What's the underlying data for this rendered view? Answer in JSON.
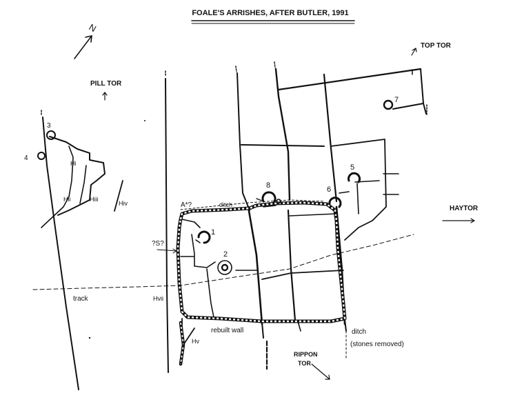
{
  "title": "FOALE'S ARRISHES, AFTER BUTLER, 1991",
  "north_label": "N",
  "landmarks": {
    "pill_tor": "PILL TOR",
    "top_tor": "TOP TOR",
    "haytor": "HAYTOR",
    "rippon_tor_line1": "RIPPON",
    "rippon_tor_line2": "TOR"
  },
  "enclosure_labels": {
    "hi": "Hi",
    "hii": "Hii",
    "hiii": "Hiii",
    "hiv": "Hiv",
    "hv": "Hv",
    "hvii": "Hvii"
  },
  "hut_labels": [
    "1",
    "2",
    "3",
    "4",
    "5",
    "6",
    "7",
    "8"
  ],
  "annotations": {
    "a_star": "A*?",
    "ditch_top": "ditch",
    "s_mark": "?S?",
    "track": "track",
    "rebuilt_wall": "rebuilt wall",
    "ditch_bottom": "ditch",
    "stones_removed": "(stones removed)"
  }
}
